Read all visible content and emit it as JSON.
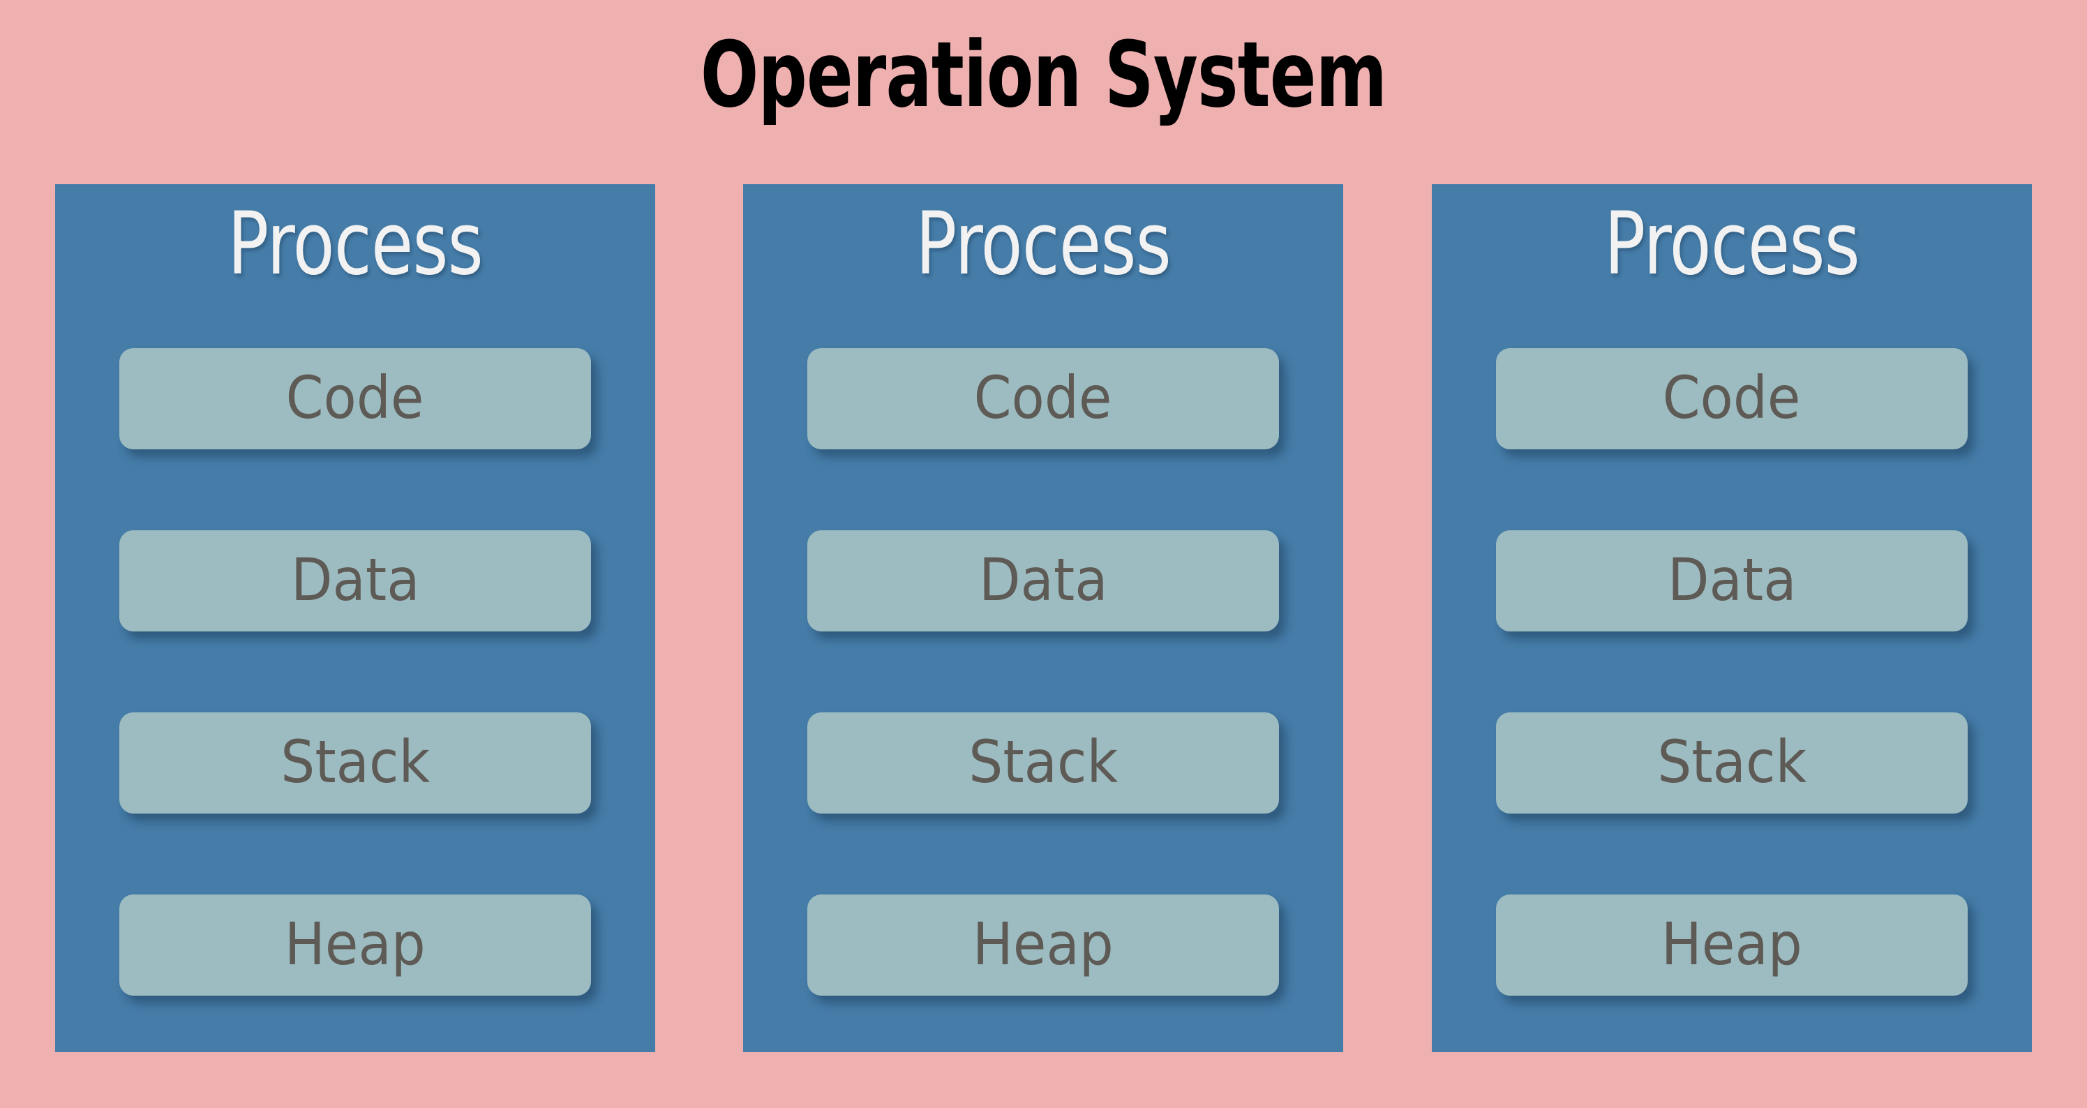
{
  "diagram": {
    "title": "Operation System",
    "background_color": "#efb0b0",
    "title_color": "#000000"
  },
  "colors": {
    "background_pink": "#efb0b0",
    "process_blue": "#457ca8",
    "segment_teal": "#9dbcc1",
    "segment_label_gray": "#5e5a55",
    "process_title_white": "#f2f2f2"
  },
  "processes": [
    {
      "title": "Process",
      "segments": [
        {
          "label": "Code"
        },
        {
          "label": "Data"
        },
        {
          "label": "Stack"
        },
        {
          "label": "Heap"
        }
      ]
    },
    {
      "title": "Process",
      "segments": [
        {
          "label": "Code"
        },
        {
          "label": "Data"
        },
        {
          "label": "Stack"
        },
        {
          "label": "Heap"
        }
      ]
    },
    {
      "title": "Process",
      "segments": [
        {
          "label": "Code"
        },
        {
          "label": "Data"
        },
        {
          "label": "Stack"
        },
        {
          "label": "Heap"
        }
      ]
    }
  ]
}
